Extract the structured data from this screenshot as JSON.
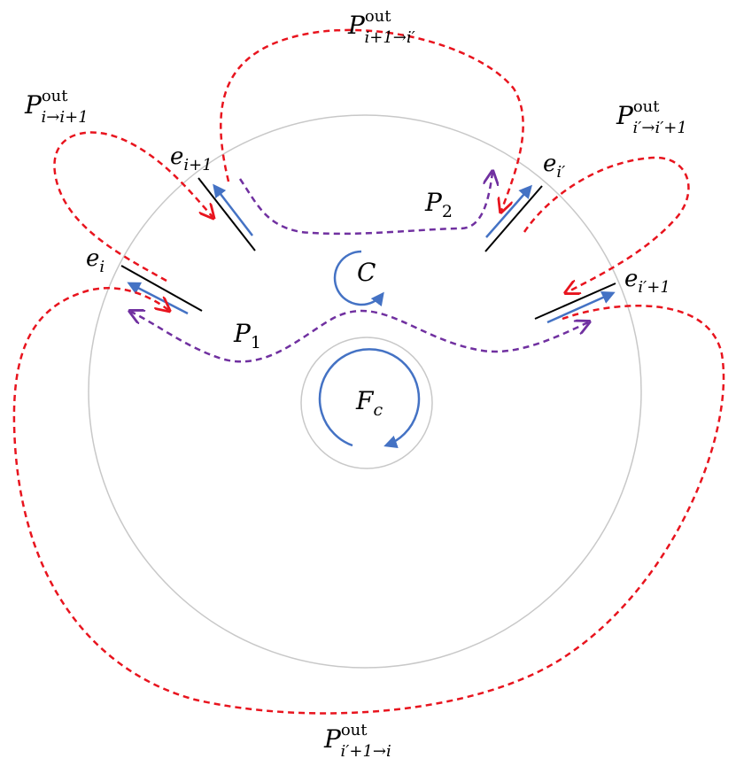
{
  "labels": {
    "e_i": {
      "base": "e",
      "sub": "i"
    },
    "e_i1": {
      "base": "e",
      "sub": "i+1"
    },
    "e_ip": {
      "base": "e",
      "sub": "i′"
    },
    "e_ip1": {
      "base": "e",
      "sub": "i′+1"
    },
    "C": "C",
    "F_c": {
      "base": "F",
      "sub": "c"
    },
    "P1": {
      "base": "P",
      "sub": "1"
    },
    "P2": {
      "base": "P",
      "sub": "2"
    },
    "P_i_i1": {
      "base": "P",
      "sup": "out",
      "sub": "i→i+1"
    },
    "P_i1_ip": {
      "base": "P",
      "sup": "out",
      "sub": "i+1→i′"
    },
    "P_ip_ip1": {
      "base": "P",
      "sup": "out",
      "sub": "i′→i′+1"
    },
    "P_ip1_i": {
      "base": "P",
      "sup": "out",
      "sub": "i′+1→i"
    }
  },
  "colors": {
    "outer_paths": "#e8141e",
    "inner_paths": "#7030a0",
    "orientation_arrows": "#4472c4",
    "edges": "#000000",
    "circles": "#c8c8c8"
  }
}
